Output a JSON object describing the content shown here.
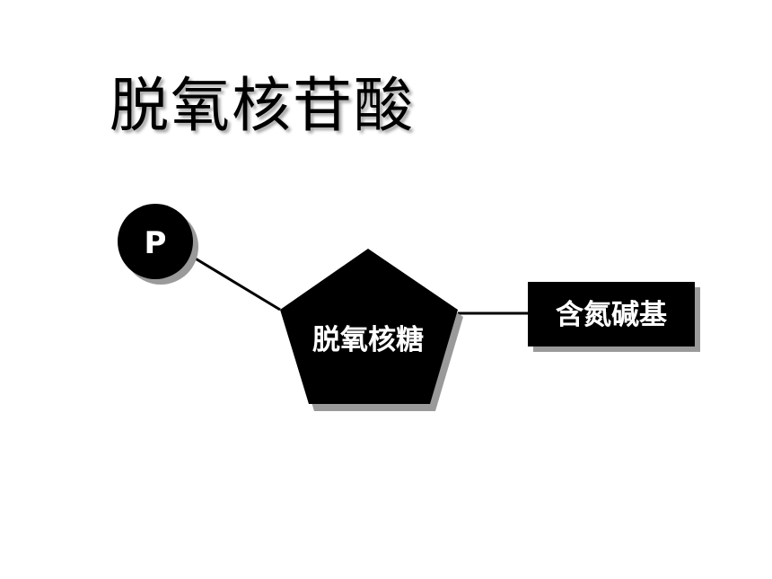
{
  "title": "脱氧核苷酸",
  "diagram": {
    "phosphate_label": "P",
    "sugar_label": "脱氧核糖",
    "base_label": "含氮碱基"
  },
  "colors": {
    "shape_fill": "#000000",
    "shape_shadow": "#9a9a9a",
    "label_text": "#ffffff",
    "connector": "#000000"
  }
}
